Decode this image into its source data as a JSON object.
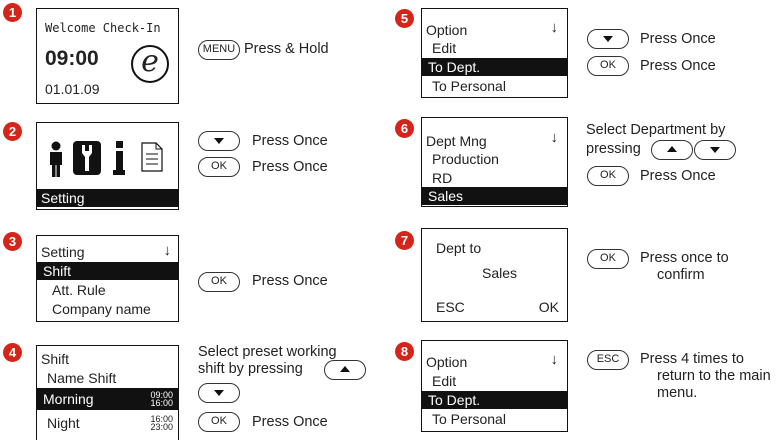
{
  "colors": {
    "badge": "#d5251b",
    "highlight": "#111111"
  },
  "steps": {
    "s1": {
      "num": "1",
      "line1": "Welcome Check-In",
      "time": "09:00",
      "date": "01.01.09",
      "key": "MENU",
      "text": "Press & Hold"
    },
    "s2": {
      "num": "2",
      "label": "Setting",
      "text1": "Press Once",
      "key2": "OK",
      "text2": "Press Once"
    },
    "s3": {
      "num": "3",
      "title": "Setting",
      "items": [
        "Shift",
        "Att. Rule",
        "Company name"
      ],
      "key": "OK",
      "text": "Press Once"
    },
    "s4": {
      "num": "4",
      "title": "Shift",
      "items": [
        "Name Shift",
        "Morning",
        "Night"
      ],
      "morning_times": [
        "09:00",
        "16:00"
      ],
      "night_times": [
        "16:00",
        "23:00"
      ],
      "instr1": "Select preset working",
      "instr2": "shift by pressing",
      "key": "OK",
      "text": "Press Once"
    },
    "s5": {
      "num": "5",
      "title": "Option",
      "items": [
        "Edit",
        "To Dept.",
        "To Personal"
      ],
      "text1": "Press Once",
      "key2": "OK",
      "text2": "Press Once"
    },
    "s6": {
      "num": "6",
      "title": "Dept Mng",
      "items": [
        "Production",
        "RD",
        "Sales"
      ],
      "instr1": "Select Department by",
      "instr2": "pressing",
      "key": "OK",
      "text": "Press Once"
    },
    "s7": {
      "num": "7",
      "title": "Dept to",
      "value": "Sales",
      "left": "ESC",
      "right": "OK",
      "key": "OK",
      "text1": "Press once to",
      "text2": "confirm"
    },
    "s8": {
      "num": "8",
      "title": "Option",
      "items": [
        "Edit",
        "To Dept.",
        "To Personal"
      ],
      "key": "ESC",
      "text1": "Press 4 times to",
      "text2": "return to the main",
      "text3": "menu."
    }
  }
}
